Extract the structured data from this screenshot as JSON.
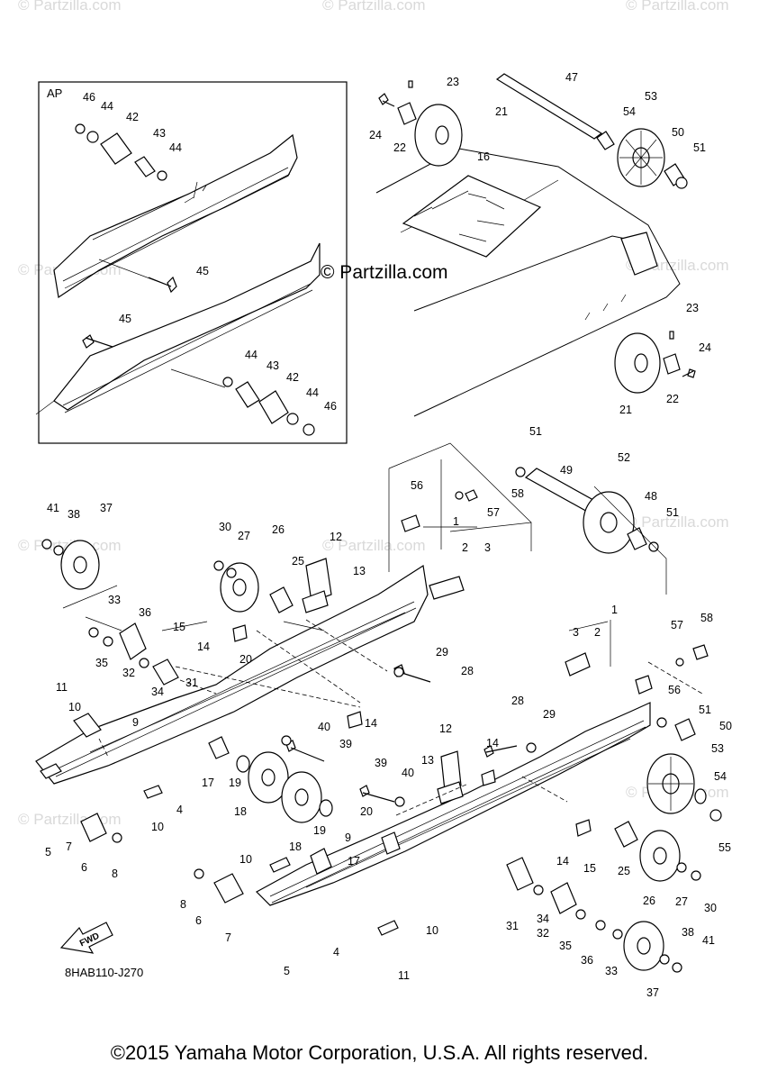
{
  "inset_label": "AP",
  "diagram_code": "8HAB110-J270",
  "fwd_label": "FWD",
  "center_watermark": "© Partzilla.com",
  "watermark_text": "© Partzilla.com",
  "copyright": "©2015 Yamaha Motor Corporation, U.S.A. All rights reserved.",
  "callouts": [
    "1",
    "2",
    "3",
    "4",
    "5",
    "6",
    "7",
    "8",
    "9",
    "10",
    "11",
    "12",
    "13",
    "14",
    "15",
    "16",
    "17",
    "18",
    "19",
    "20",
    "21",
    "22",
    "23",
    "24",
    "25",
    "26",
    "27",
    "28",
    "29",
    "30",
    "31",
    "32",
    "33",
    "34",
    "35",
    "36",
    "37",
    "38",
    "39",
    "40",
    "41",
    "42",
    "43",
    "44",
    "45",
    "46",
    "47",
    "48",
    "49",
    "50",
    "51",
    "52",
    "53",
    "54",
    "55",
    "56",
    "57",
    "58"
  ]
}
